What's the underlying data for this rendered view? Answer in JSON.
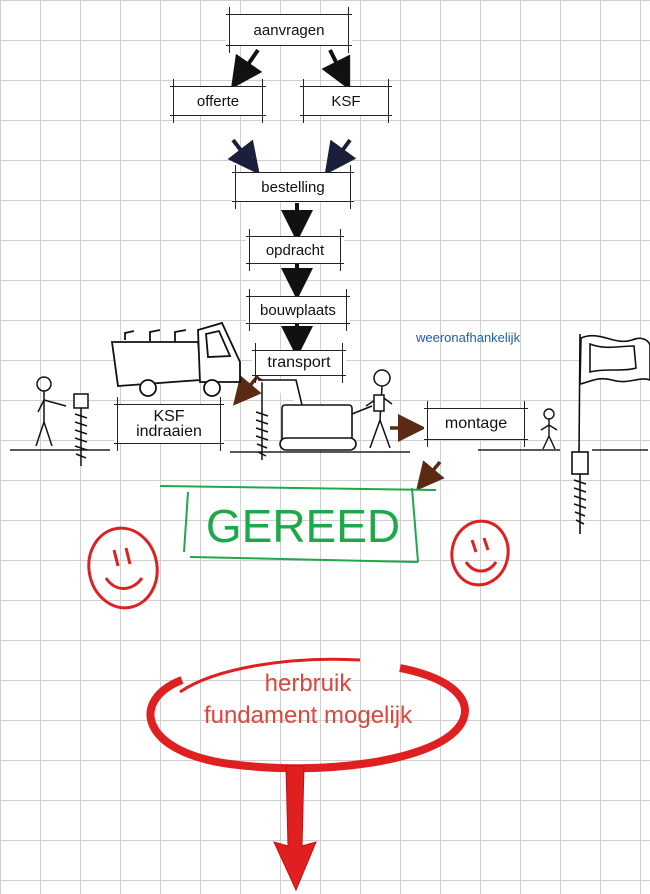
{
  "steps": {
    "request": "aanvragen",
    "quote": "offerte",
    "ksf": "KSF",
    "order": "bestelling",
    "assignment": "opdracht",
    "site": "bouwplaats",
    "transport": "transport",
    "ksf_install_line1": "KSF",
    "ksf_install_line2": "indraaien",
    "mounting": "montage"
  },
  "notes": {
    "weather": "weeronafhankelijk",
    "done": "GEREED",
    "reuse_line1": "herbruik",
    "reuse_line2": "fundament mogelijk"
  },
  "colors": {
    "grid": "#cfcfcf",
    "ink": "#111111",
    "navy_arrow": "#1c1f3c",
    "brown_arrow": "#5a2a14",
    "done_green": "#1ea84a",
    "smiley_red": "#e02020",
    "reuse_red": "#e0453a",
    "weather_blue": "#1f5fa8"
  }
}
